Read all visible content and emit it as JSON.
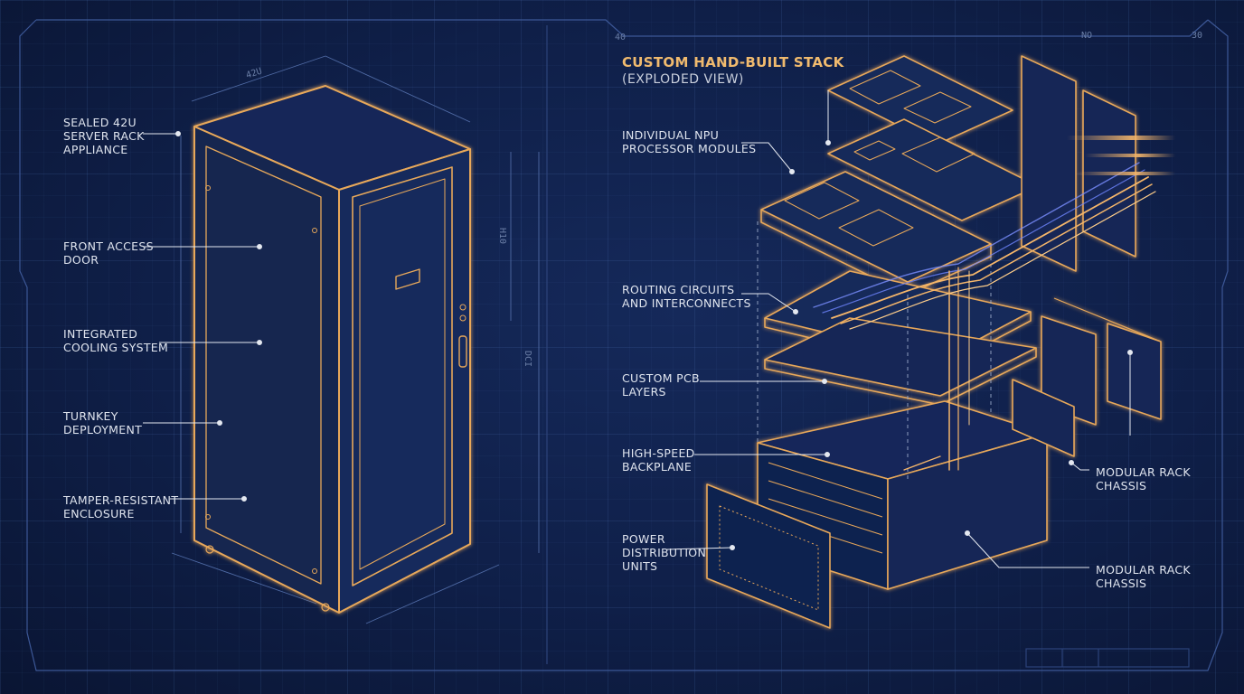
{
  "heading": {
    "title": "CUSTOM HAND-BUILT STACK",
    "subtitle": "(EXPLODED VIEW)"
  },
  "rack_callouts": [
    {
      "id": "sealed",
      "text": "SEALED 42U\nSERVER RACK\nAPPLIANCE"
    },
    {
      "id": "door",
      "text": "FRONT ACCESS\nDOOR"
    },
    {
      "id": "cooling",
      "text": "INTEGRATED\nCOOLING SYSTEM"
    },
    {
      "id": "turnkey",
      "text": "TURNKEY\nDEPLOYMENT"
    },
    {
      "id": "tamper",
      "text": "TAMPER-RESISTANT\nENCLOSURE"
    }
  ],
  "stack_callouts": [
    {
      "id": "npu",
      "text": "INDIVIDUAL NPU\nPROCESSOR MODULES"
    },
    {
      "id": "routing",
      "text": "ROUTING CIRCUITS\nAND INTERCONNECTS"
    },
    {
      "id": "pcb",
      "text": "CUSTOM PCB\nLAYERS"
    },
    {
      "id": "backplane",
      "text": "HIGH-SPEED\nBACKPLANE"
    },
    {
      "id": "power",
      "text": "POWER\nDISTRIBUTION\nUNITS"
    },
    {
      "id": "chassis_upper",
      "text": "MODULAR RACK\nCHASSIS"
    },
    {
      "id": "chassis_lower",
      "text": "MODULAR RACK\nCHASSIS"
    }
  ],
  "dimension_marks": {
    "width": "42U",
    "top_left": "40",
    "top_right_a": "NO",
    "top_right_b": "30",
    "side_a": "H10",
    "side_b": "DCI"
  },
  "colors": {
    "background": "#0f1f48",
    "line_gold": "#e8a85a",
    "title_gold": "#f0ba6e",
    "text": "#dfe4ee",
    "wire_blue": "#6f8bff"
  }
}
